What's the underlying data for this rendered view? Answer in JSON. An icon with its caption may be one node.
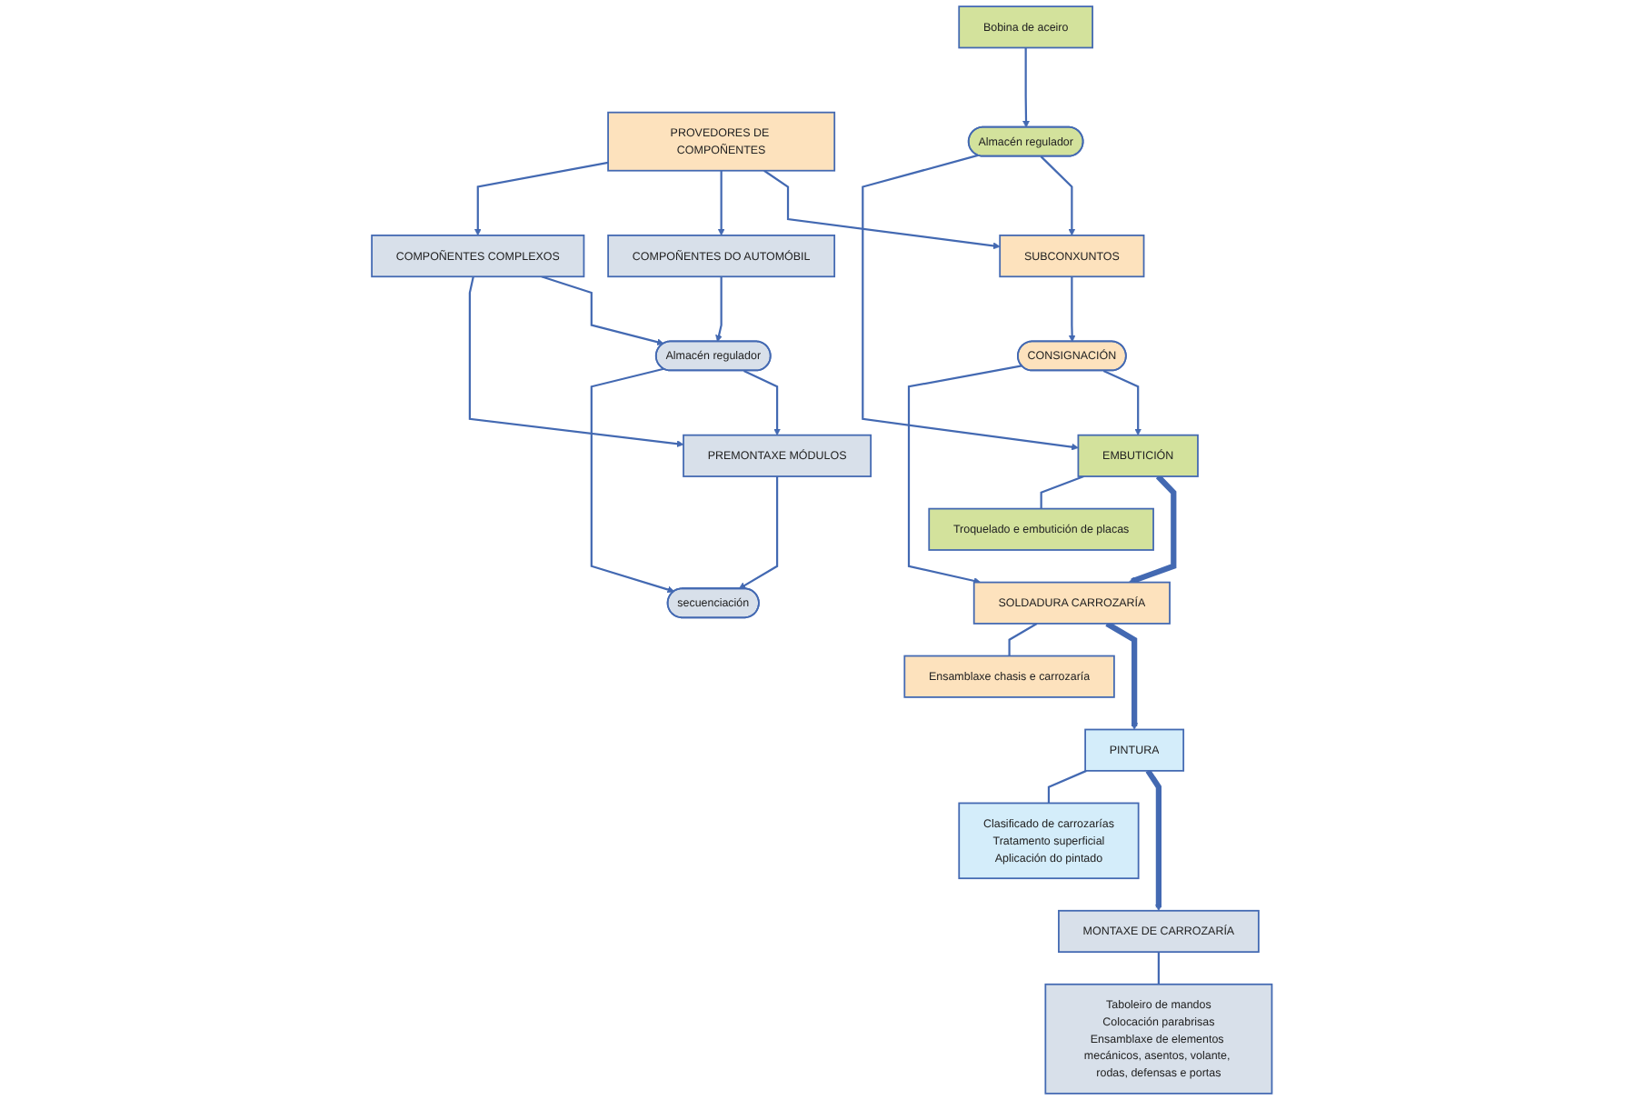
{
  "diagram": {
    "nodes": [
      {
        "text": [
          "Bobina de aceiro"
        ]
      },
      {
        "text": [
          "PROVEDORES DE COMPOÑENTES"
        ]
      },
      {
        "text": [
          "COMPOÑENTES DO AUTOMÓBIL"
        ]
      },
      {
        "text": [
          "COMPOÑENTES COMPLEXOS"
        ]
      },
      {
        "text": [
          "Almacén regulador"
        ]
      },
      {
        "text": [
          "Almacén regulador"
        ]
      },
      {
        "text": [
          "SUBCONXUNTOS"
        ]
      },
      {
        "text": [
          "PREMONTAXE MÓDULOS"
        ]
      },
      {
        "text": [
          "CONSIGNACIÓN"
        ]
      },
      {
        "text": [
          "secuenciación"
        ]
      },
      {
        "text": [
          "EMBUTICIÓN"
        ]
      },
      {
        "text": [
          "SOLDADURA CARROZARÍA"
        ]
      },
      {
        "text": [
          "PINTURA"
        ]
      },
      {
        "text": [
          "MONTAXE DE CARROZARÍA"
        ]
      },
      {
        "text": [
          "Troquelado e embutición de placas"
        ]
      },
      {
        "text": [
          "Ensamblaxe chasis e carrozaría"
        ]
      },
      {
        "text": [
          "Clasificado de carrozarías",
          "Tratamento superficial",
          "Aplicación do pintado"
        ]
      },
      {
        "text": [
          "Taboleiro de mandos",
          "Colocación parabrisas",
          "Ensamblaxe de elementos mecánicos, asentos, volante, rodas, defensas e portas"
        ]
      }
    ],
    "edges": [
      {
        "from": 0,
        "to": 5,
        "arrow": "to"
      },
      {
        "from": 1,
        "to": 6,
        "arrow": "to"
      },
      {
        "from": 1,
        "to": 2,
        "arrow": "to"
      },
      {
        "from": 1,
        "to": 3,
        "arrow": "to"
      },
      {
        "from": 2,
        "to": 4,
        "arrow": "to"
      },
      {
        "from": 3,
        "to": 4,
        "arrow": "to"
      },
      {
        "from": 3,
        "to": 7,
        "arrow": "to"
      },
      {
        "from": 4,
        "to": 7,
        "arrow": "to"
      },
      {
        "from": 4,
        "to": 9,
        "arrow": "to"
      },
      {
        "from": 7,
        "to": 9,
        "arrow": "to"
      },
      {
        "from": 5,
        "to": 6,
        "arrow": "to"
      },
      {
        "from": 5,
        "to": 10,
        "arrow": "to"
      },
      {
        "from": 6,
        "to": 8,
        "arrow": "to"
      },
      {
        "from": 8,
        "to": 10,
        "arrow": "to"
      },
      {
        "from": 8,
        "to": 11,
        "arrow": "to"
      },
      {
        "from": 10,
        "to": 11,
        "arrow": "to",
        "style": "thick"
      },
      {
        "from": 11,
        "to": 12,
        "arrow": "to",
        "style": "thick"
      },
      {
        "from": 12,
        "to": 13,
        "arrow": "to",
        "style": "thick"
      },
      {
        "from": 10,
        "to": 14,
        "arrow": "none"
      },
      {
        "from": 11,
        "to": 15,
        "arrow": "none"
      },
      {
        "from": 12,
        "to": 16,
        "arrow": "none"
      },
      {
        "from": 13,
        "to": 17,
        "arrow": "none"
      }
    ]
  }
}
